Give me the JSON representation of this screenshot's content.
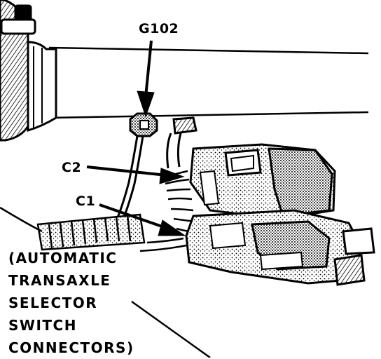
{
  "labels": {
    "g102": "G102",
    "c2": "C2",
    "c1": "C1"
  },
  "caption": {
    "line1": "(AUTOMATIC",
    "line2": "TRANSAXLE",
    "line3": "SELECTOR",
    "line4": "SWITCH",
    "line5": "CONNECTORS)"
  },
  "colors": {
    "ink": "#000000",
    "paper": "#ffffff"
  }
}
